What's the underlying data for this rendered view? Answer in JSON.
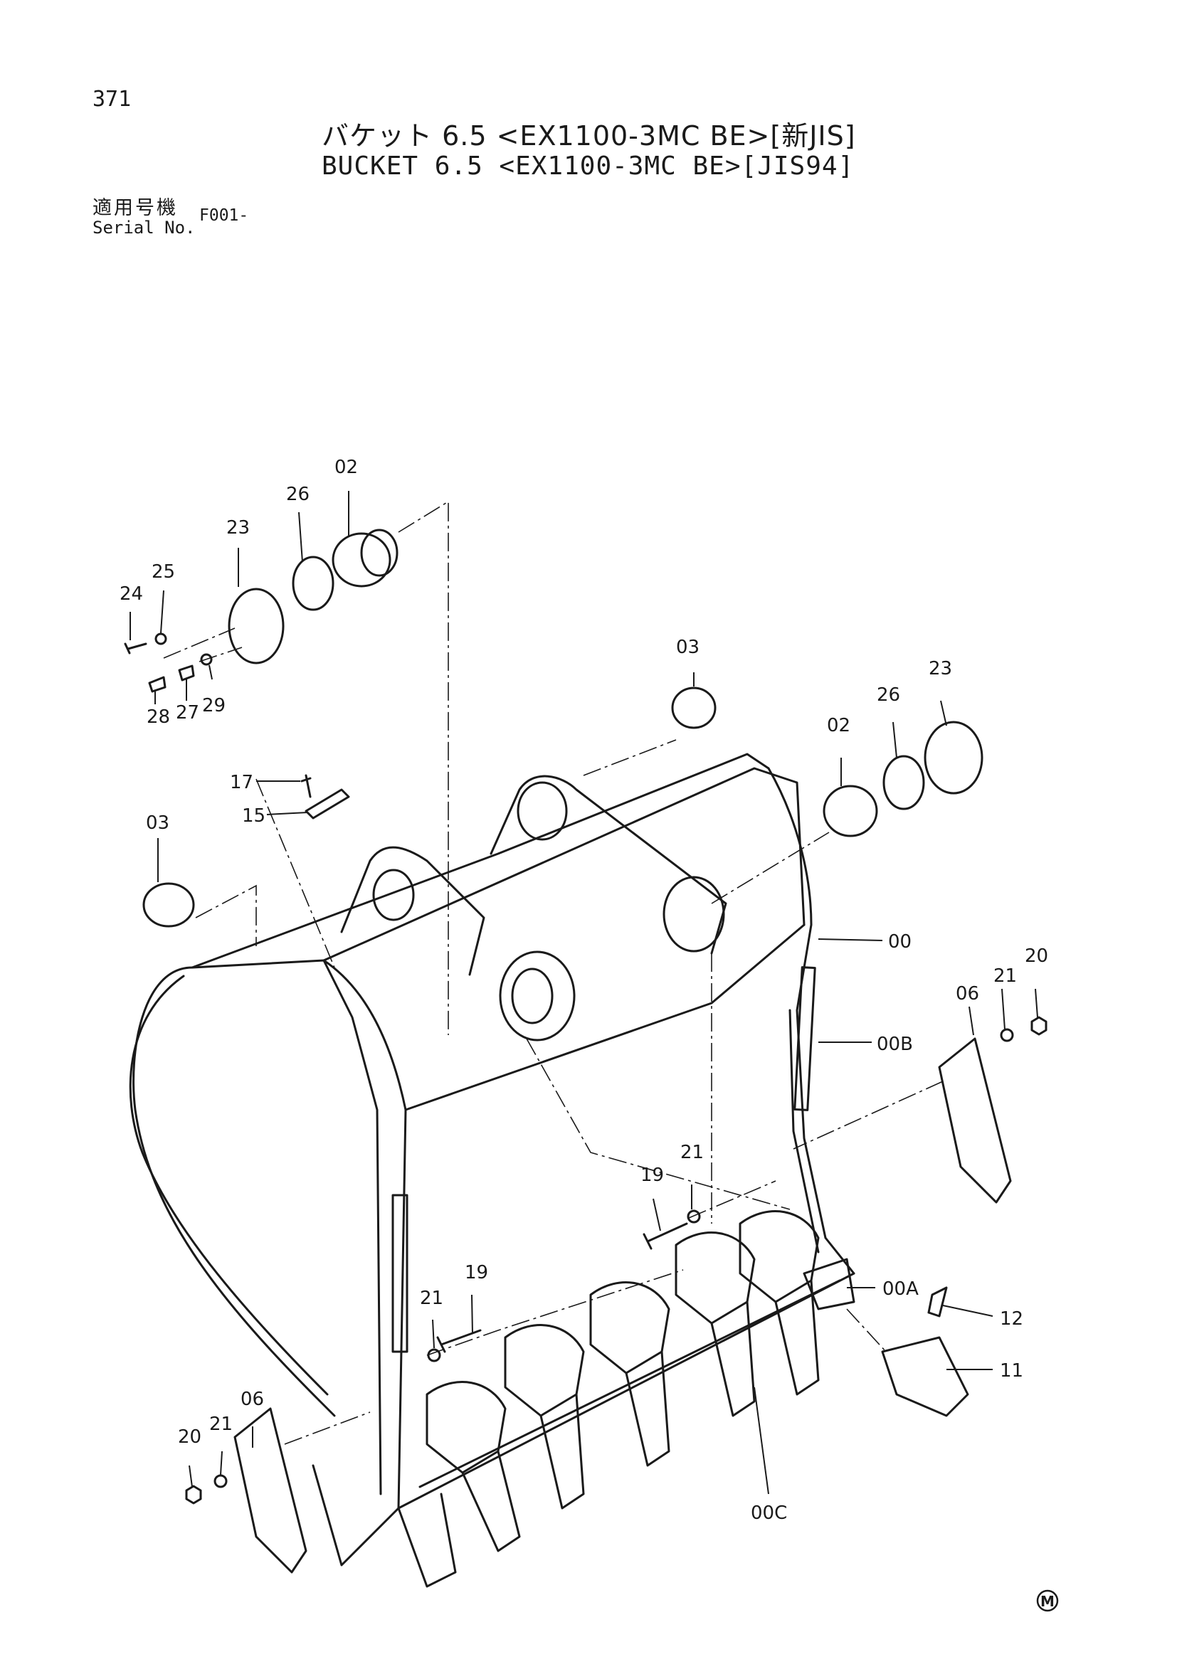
{
  "page_number": "371",
  "title_jp": "バケット 6.5 <EX1100-3MC BE>[新JIS]",
  "title_en": "BUCKET 6.5 <EX1100-3MC BE>[JIS94]",
  "serial": {
    "label_jp": "適用号機",
    "label_en": "Serial No.",
    "value": "F001-"
  },
  "callouts": [
    "02",
    "26",
    "23",
    "25",
    "24",
    "28",
    "27",
    "29",
    "17",
    "15",
    "03",
    "03",
    "02",
    "26",
    "23",
    "00",
    "00B",
    "06",
    "21",
    "20",
    "21",
    "19",
    "00A",
    "12",
    "11",
    "19",
    "21",
    "06",
    "21",
    "20",
    "00C"
  ],
  "mark": "M"
}
